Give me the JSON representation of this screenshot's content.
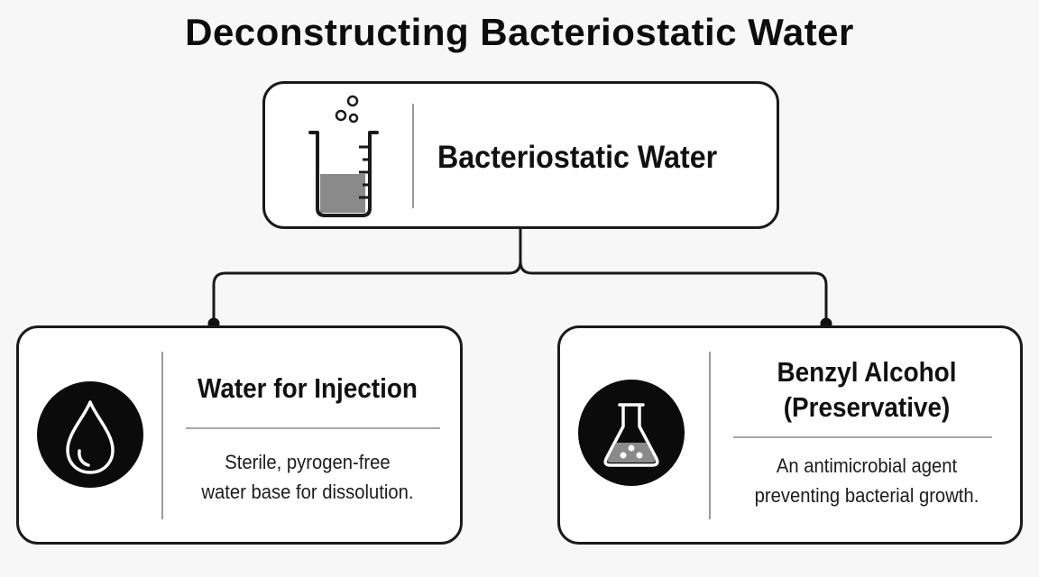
{
  "title": "Deconstructing Bacteriostatic Water",
  "root": {
    "label": "Bacteriostatic Water",
    "icon": "beaker-icon"
  },
  "children": [
    {
      "title": "Water for Injection",
      "description_lines": [
        "Sterile, pyrogen-free",
        "water base for dissolution."
      ],
      "icon": "water-drop-icon"
    },
    {
      "title_lines": [
        "Benzyl Alcohol",
        "(Preservative)"
      ],
      "description_lines": [
        "An antimicrobial agent",
        "preventing bacterial growth."
      ],
      "icon": "flask-icon"
    }
  ],
  "colors": {
    "background": "#f7f7f7",
    "card": "#ffffff",
    "border": "#1a1a1a",
    "icon_fill": "#0b0b0b",
    "liquid": "#8a8a8a"
  }
}
